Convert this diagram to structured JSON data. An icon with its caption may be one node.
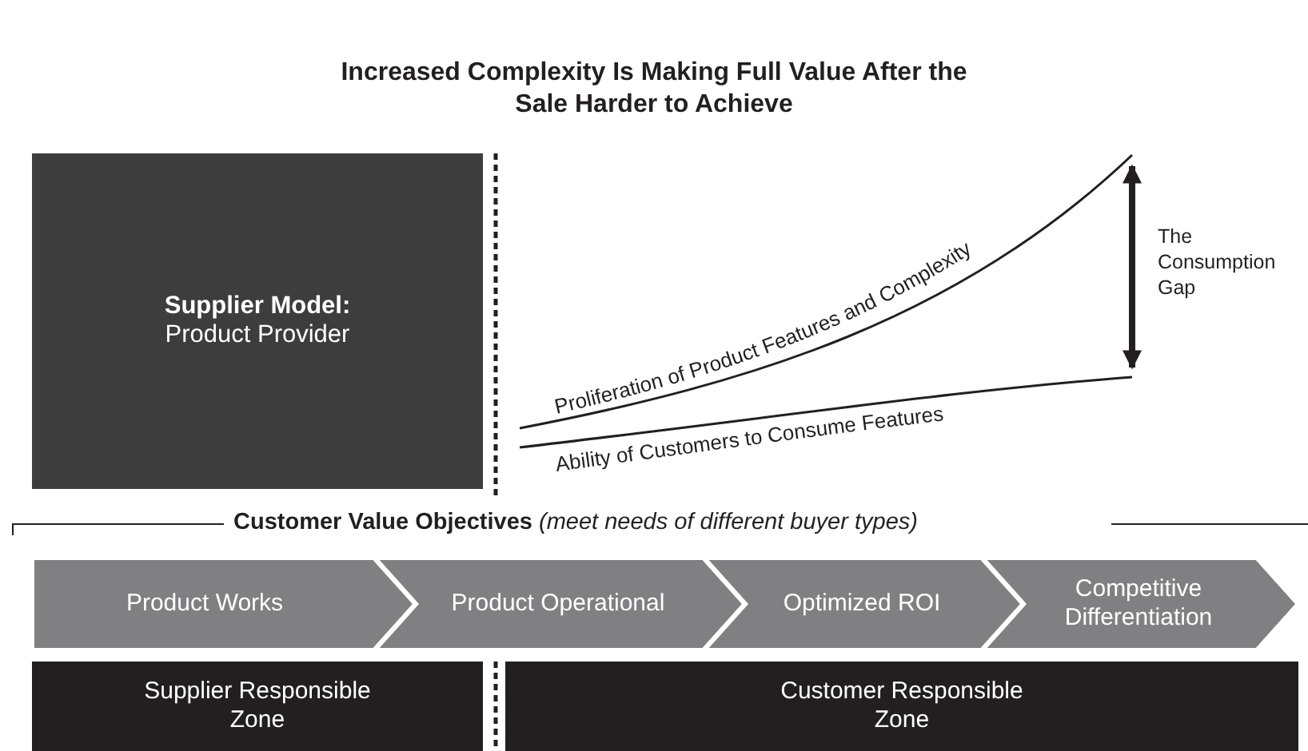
{
  "diagram": {
    "title": "Increased Complexity Is Making Full Value After the Sale Harder to Achieve",
    "nodes": [
      {
        "text": [
          "Supplier Model:",
          "Product Provider"
        ]
      },
      {
        "text": [
          "Product Works"
        ]
      },
      {
        "text": [
          "Product Operational"
        ]
      },
      {
        "text": [
          "Optimized ROI"
        ]
      },
      {
        "text": [
          "Competitive Differentiation"
        ]
      },
      {
        "text": [
          "Supplier Responsible Zone"
        ]
      },
      {
        "text": [
          "Customer Responsible Zone"
        ]
      }
    ],
    "edges": [],
    "labels": [
      "Proliferation of Product Features and Complexity",
      "Ability of Customers to Consume Features",
      "The Consumption Gap",
      "**Customer Value Objectives** *(meet needs of different buyer types)*"
    ]
  }
}
